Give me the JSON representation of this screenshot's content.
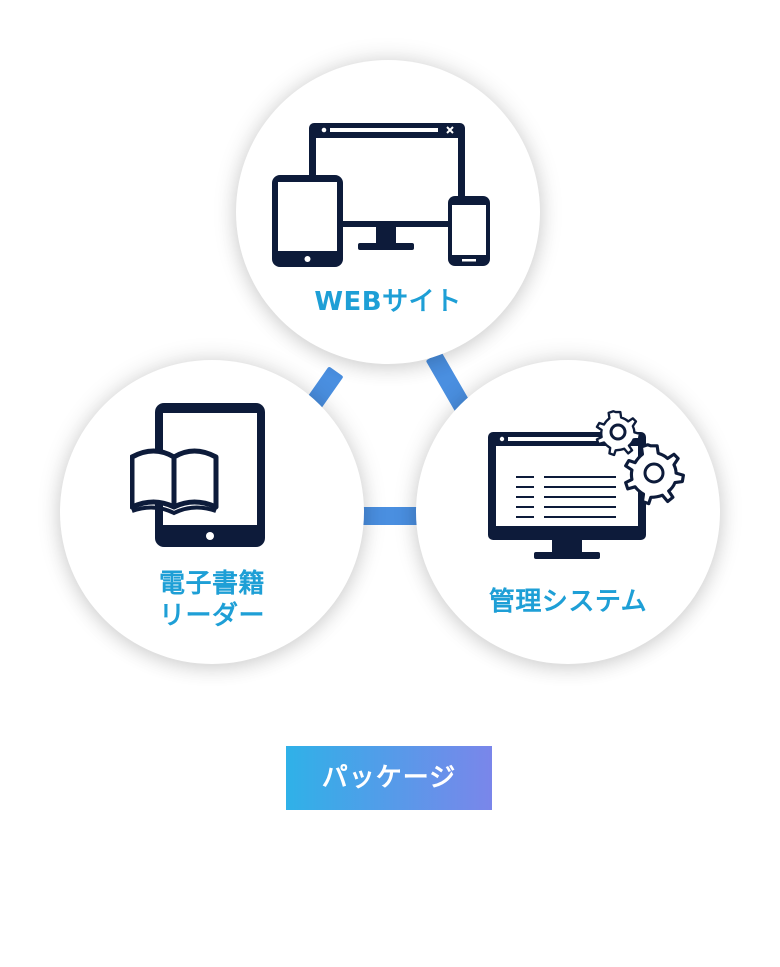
{
  "diagram": {
    "nodes": [
      {
        "id": "web",
        "lines": [
          "WEBサイト"
        ],
        "icon": "devices-icon"
      },
      {
        "id": "ebook",
        "lines": [
          "電子書籍",
          "リーダー"
        ],
        "icon": "ebook-reader-icon"
      },
      {
        "id": "admin",
        "lines": [
          "管理システム"
        ],
        "icon": "admin-monitor-gears-icon"
      }
    ],
    "connector_color": "#4a8fe0",
    "label_color": "#1e9fd6",
    "icon_color": "#0d1b3a"
  },
  "package": {
    "label": "パッケージ",
    "gradient": [
      "#2fb1e8",
      "#7a86ea"
    ]
  }
}
